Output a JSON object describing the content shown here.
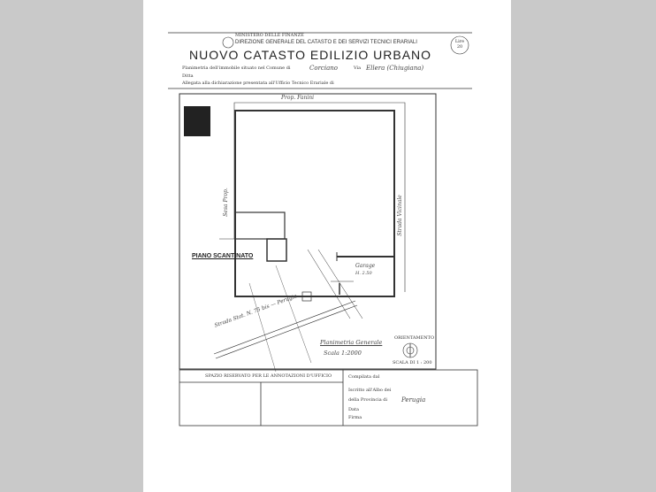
{
  "header": {
    "ministry": "MINISTERO DELLE FINANZE",
    "direction": "DIREZIONE GENERALE DEL CATASTO E DEI SERVIZI TECNICI ERARIALI",
    "title": "NUOVO CATASTO EDILIZIO URBANO",
    "stamp_price": "Lire 20",
    "line_planimetria": "Planimetria dell'immobile situato nel Comune di",
    "comune": "Corciano",
    "via_label": "Via",
    "via": "Ellera (Chiugiana)",
    "ditta_label": "Ditta",
    "allegata": "Allegata alla dichiarazione presentata all'Ufficio Tecnico Erariale di"
  },
  "plan": {
    "north_label": "Prop. Fanini",
    "west_label": "Sesa Prop.",
    "east_label": "Strada Vicinale",
    "floor_label": "PIANO SCANTINATO",
    "garage_label": "Garage",
    "garage_height": "H. 2.50",
    "road_label": "Strada Stat. N. 75 bis — Perugia",
    "general_plan": "Planimetria Generale",
    "general_scale": "Scala 1:2000",
    "orientation": "ORIENTAMENTO",
    "scale": "SCALA DI 1 : 200"
  },
  "footer": {
    "reserved": "SPAZIO RISERVATO PER LE ANNOTAZIONI D'UFFICIO",
    "compiled": "Compilata dal",
    "registered": "Iscritto all'Albo dei",
    "province": "della Provincia di",
    "province_value": "Perugia",
    "date": "Data",
    "signature": "Firma"
  }
}
